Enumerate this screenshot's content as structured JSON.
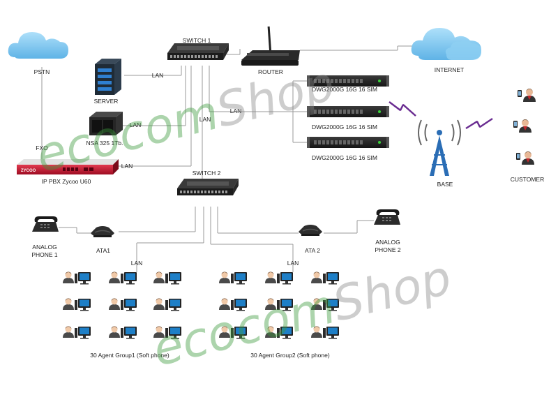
{
  "labels": {
    "pstn": "PSTN",
    "switch1": "SWITCH 1",
    "router": "ROUTER",
    "internet": "INTERNET",
    "server": "SERVER",
    "lan_server": "LAN",
    "dwg1": "DWG2000G 16G  16 SIM",
    "dwg2": "DWG2000G 16G  16 SIM",
    "dwg3": "DWG2000G 16G  16 SIM",
    "lan_gateway": "LAN",
    "nsa": "NSA 325 1Tb.",
    "lan_nsa": "LAN",
    "lan_switch_link": "LAN",
    "fxo": "FXO",
    "lan_pbx": "LAN",
    "pbx": "IP PBX Zycoo U60",
    "pbx_brand": "ZYCOO",
    "switch2": "SWITCH 2",
    "base": "BASE",
    "customer": "CUSTOMER",
    "analog_phone1": [
      "ANALOG",
      "PHONE 1"
    ],
    "ata1": "ATA1",
    "ata2": "ATA 2",
    "analog_phone2": [
      "ANALOG",
      "PHONE 2"
    ],
    "lan_group1": "LAN",
    "lan_group2": "LAN",
    "group1": "30 Agent Group1 (Soft phone)",
    "group2": "30 Agent Group2 (Soft phone)"
  },
  "watermark": {
    "line1": {
      "eco": "eco",
      "com": "com",
      "shop": "Shop"
    },
    "line2": {
      "eco": "eco",
      "com": "com",
      "shop": "Shop"
    }
  },
  "colors": {
    "cloud": "#7cc4ec",
    "line": "#9a9a9a",
    "device_dark": "#2b2b2b",
    "pbx_red": "#c8102e",
    "radio_wave": "#6a2c91",
    "tower": "#2a6db5",
    "watermark_green": "#3c9a3c",
    "watermark_gray": "#8a8a8a",
    "monitor_screen": "#1e7fc7"
  }
}
